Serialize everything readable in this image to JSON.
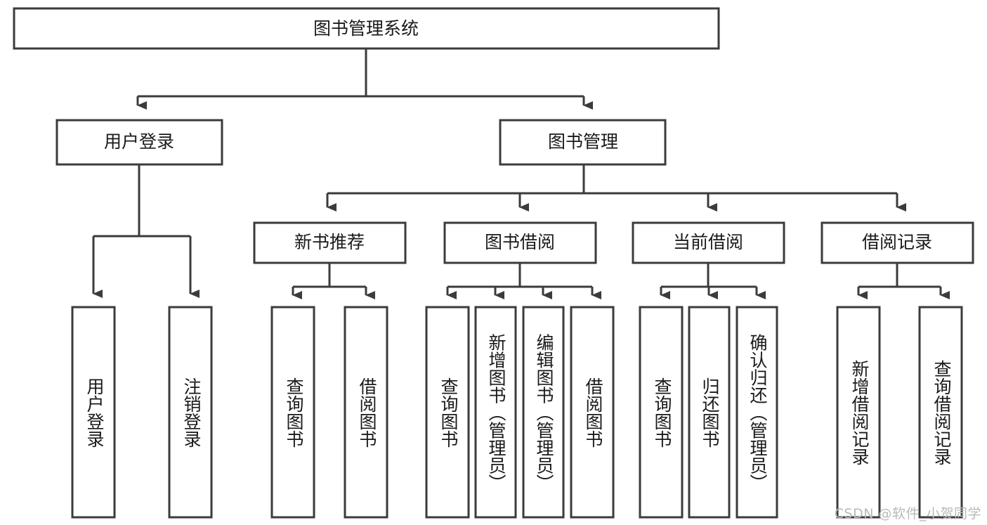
{
  "diagram": {
    "title": "图书管理系统",
    "type": "hierarchy-tree",
    "root": {
      "id": "root",
      "label": "图书管理系统"
    },
    "level2": [
      {
        "id": "user-login",
        "label": "用户登录"
      },
      {
        "id": "book-manage",
        "label": "图书管理"
      }
    ],
    "level3": [
      {
        "id": "new-book-recommend",
        "label": "新书推荐",
        "parent": "book-manage"
      },
      {
        "id": "book-borrow",
        "label": "图书借阅",
        "parent": "book-manage"
      },
      {
        "id": "current-borrow",
        "label": "当前借阅",
        "parent": "book-manage"
      },
      {
        "id": "borrow-record",
        "label": "借阅记录",
        "parent": "book-manage"
      }
    ],
    "leaves": {
      "user-login": [
        {
          "id": "leaf-user-login",
          "label": "用户登录"
        },
        {
          "id": "leaf-user-logout",
          "label": "注销登录"
        }
      ],
      "new-book-recommend": [
        {
          "id": "leaf-query-book-1",
          "label": "查询图书"
        },
        {
          "id": "leaf-borrow-book-1",
          "label": "借阅图书"
        }
      ],
      "book-borrow": [
        {
          "id": "leaf-query-book-2",
          "label": "查询图书"
        },
        {
          "id": "leaf-add-book",
          "label": "新增图书（管理员）"
        },
        {
          "id": "leaf-edit-book",
          "label": "编辑图书（管理员）"
        },
        {
          "id": "leaf-borrow-book-2",
          "label": "借阅图书"
        }
      ],
      "current-borrow": [
        {
          "id": "leaf-query-book-3",
          "label": "查询图书"
        },
        {
          "id": "leaf-return-book",
          "label": "归还图书"
        },
        {
          "id": "leaf-confirm-return",
          "label": "确认归还（管理员）"
        }
      ],
      "borrow-record": [
        {
          "id": "leaf-add-record",
          "label": "新增借阅记录"
        },
        {
          "id": "leaf-query-record",
          "label": "查询借阅记录"
        }
      ]
    },
    "colors": {
      "box_stroke": "#3b3b3b",
      "box_fill": "#ffffff",
      "text": "#1a1a1a",
      "connector": "#3b3b3b",
      "watermark": "#b9b9b9",
      "background": "#ffffff"
    }
  },
  "watermark": {
    "text": "CSDN @软件_小贺同学"
  }
}
